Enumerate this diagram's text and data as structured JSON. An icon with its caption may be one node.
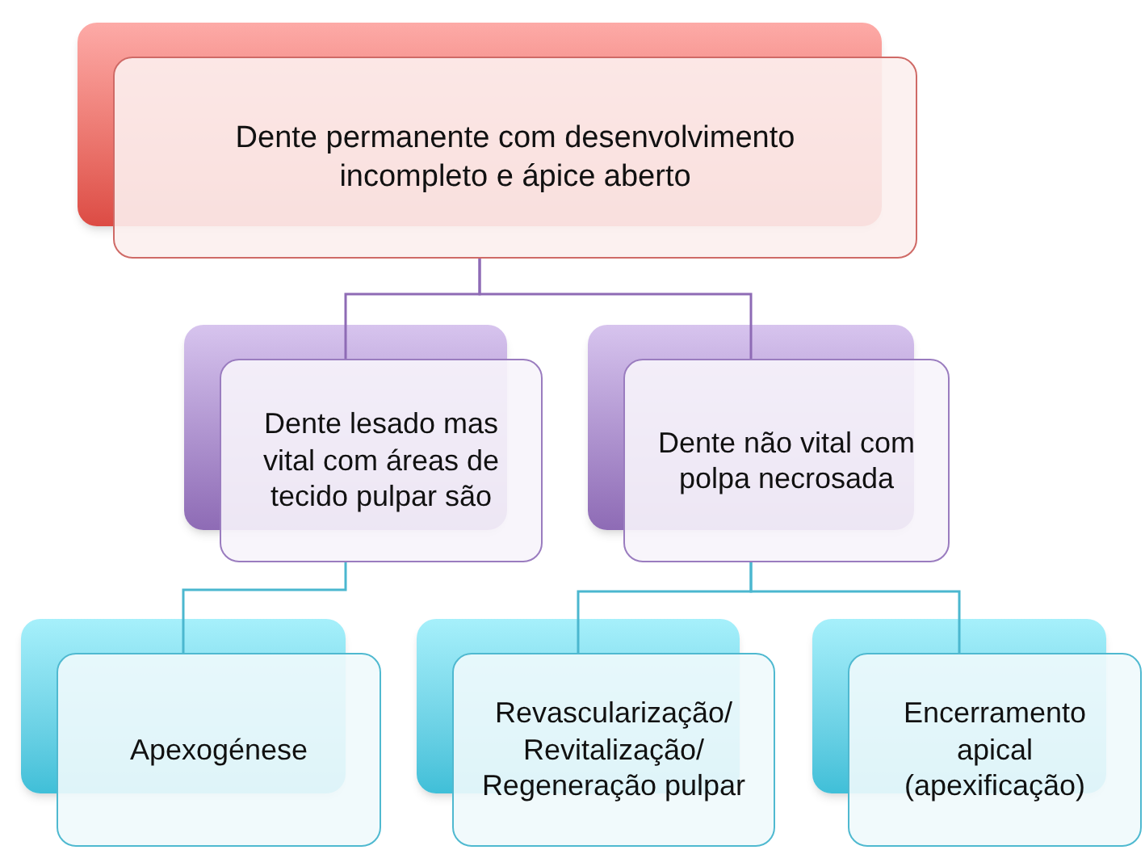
{
  "diagram": {
    "nodes": [
      {
        "text": [
          "Dente permanente com desenvolvimento incompleto e ápice aberto"
        ]
      },
      {
        "text": [
          "Dente lesado mas vital com áreas  de tecido pulpar são"
        ]
      },
      {
        "text": [
          "Dente não vital com polpa necrosada"
        ]
      },
      {
        "text": [
          "Apexogénese"
        ]
      },
      {
        "text": [
          "Revascularização/ Revitalização/ Regeneração pulpar"
        ]
      },
      {
        "text": [
          "Encerramento apical (apexificação)"
        ]
      }
    ],
    "edges": [
      {
        "from": 0,
        "to": 1,
        "arrow": "none",
        "color": "#8e6bb5"
      },
      {
        "from": 0,
        "to": 2,
        "arrow": "none",
        "color": "#8e6bb5"
      },
      {
        "from": 1,
        "to": 3,
        "arrow": "none"
      },
      {
        "from": 2,
        "to": 4,
        "arrow": "none"
      },
      {
        "from": 2,
        "to": 5,
        "arrow": "none"
      }
    ]
  }
}
